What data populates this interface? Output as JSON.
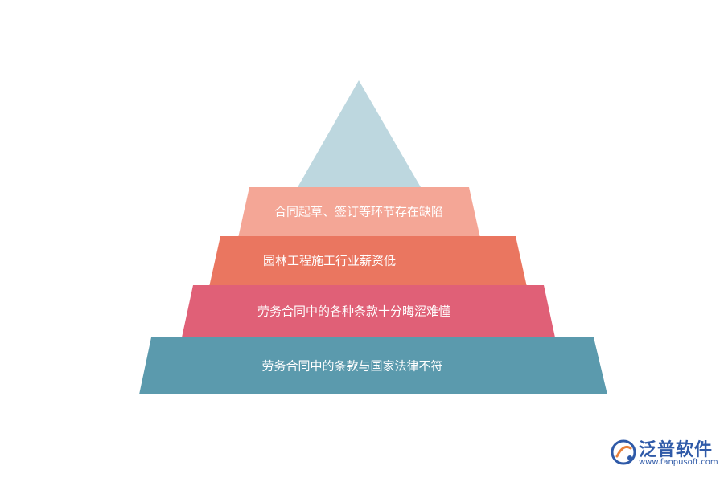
{
  "pyramid": {
    "apex_color": "#bdd7df",
    "tiers": [
      {
        "label": "合同起草、签订等环节存在缺陷",
        "color": "#f4a696"
      },
      {
        "label": "园林工程施工行业薪资低",
        "color": "#ea7660"
      },
      {
        "label": "劳务合同中的各种条款十分晦涩难懂",
        "color": "#e06077"
      },
      {
        "label": "劳务合同中的条款与国家法律不符",
        "color": "#5b9aad"
      }
    ]
  },
  "logo": {
    "name": "泛普软件",
    "url": "www.fanpusoft.com",
    "icon": "fanpu-logo-icon",
    "color": "#2f5aa8"
  }
}
